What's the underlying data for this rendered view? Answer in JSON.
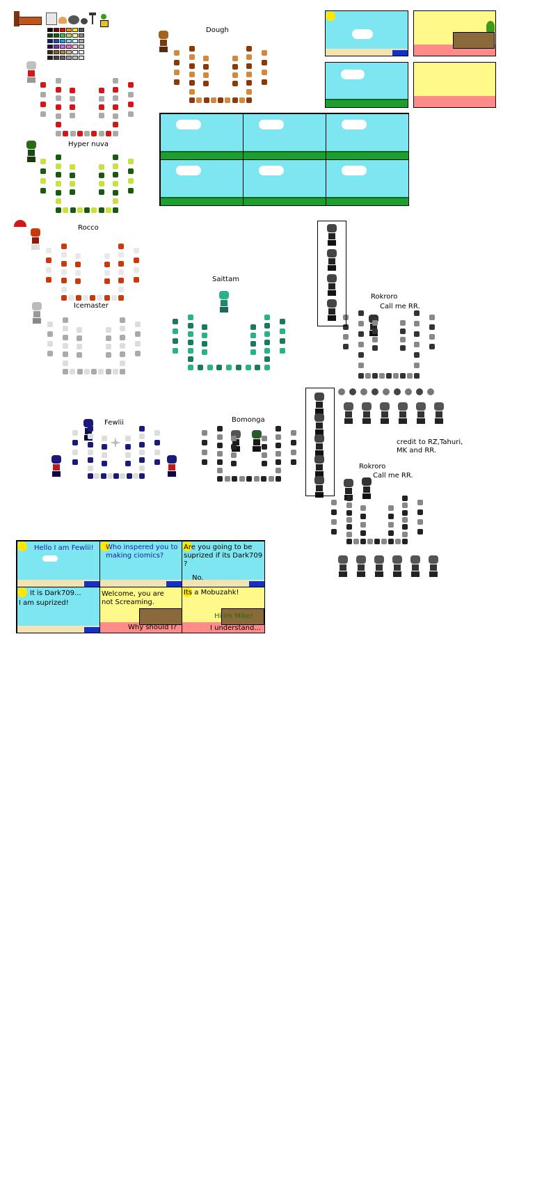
{
  "colors": {
    "sky": "#7ee6f0",
    "grass": "#1e9e2e",
    "sun": "#ffe800",
    "wall": "#fff98a",
    "floor": "#ff8a8a",
    "water": "#1330c8",
    "comic_text": "#1a1aa0"
  },
  "labels": {
    "dough": "Dough",
    "hyper_nuva": "Hyper nuva",
    "rocco": "Rocco",
    "icemaster": "Icemaster",
    "saittam": "Saittam",
    "rokroro_1": "Rokroro",
    "call_me_1": "Call me RR.",
    "fewlii": "Fewlii",
    "bomonga": "Bomonga",
    "credit": "credit to RZ,Tahuri, MK and RR.",
    "rokroro_2": "Rokroro",
    "call_me_2": "Call me RR."
  },
  "comic": {
    "p1": "Hello I am Fewlii!",
    "p2": "Who inspered you to making ciomics?",
    "p3a": "Are you going to be suprized if its Dark709 ?",
    "p3b": "No.",
    "p4a": "It is Dark709...",
    "p4b": "I am suprized!",
    "p5a": "Welcome, you are not Screaming.",
    "p5b": "Why should I?",
    "p6a": "Its a Mobuzahk!",
    "p6b": "Hi Im Mike!",
    "p6c": "I understand..."
  },
  "icons": [
    "bed-icon",
    "book-icon",
    "pie-icon",
    "rock-icon",
    "hammer-icon",
    "plant-icon",
    "sun-icon",
    "cloud-icon",
    "desk-icon",
    "hat-icon",
    "star-icon"
  ]
}
